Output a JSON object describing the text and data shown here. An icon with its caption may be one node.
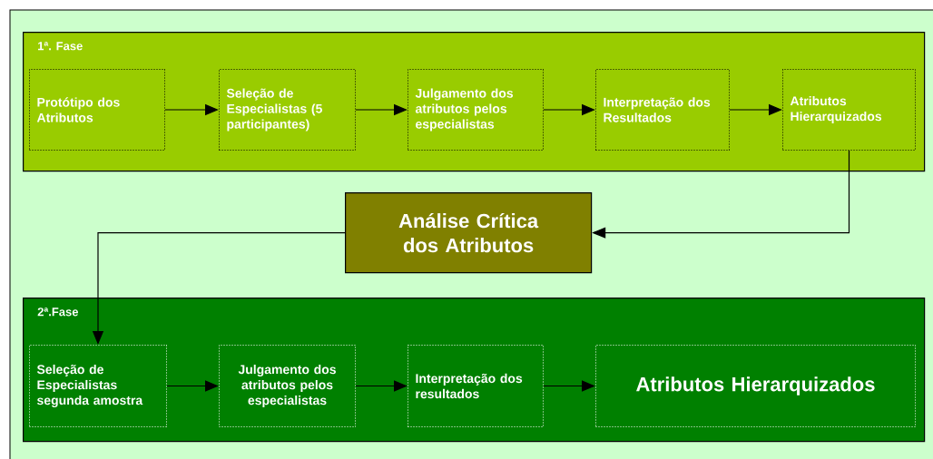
{
  "diagram": {
    "nodes": [
      {
        "text": [
          "1ª. Fase"
        ]
      },
      {
        "text": [
          "Protótipo dos Atributos"
        ],
        "in": 0
      },
      {
        "text": [
          "Seleção de Especialistas (5 participantes)"
        ],
        "in": 0
      },
      {
        "text": [
          "Julgamento dos atributos pelos especialistas"
        ],
        "in": 0
      },
      {
        "text": [
          "Interpretação dos Resultados"
        ],
        "in": 0
      },
      {
        "text": [
          "Atributos Hierarquizados"
        ],
        "in": 0
      },
      {
        "text": [
          "Análise Crítica dos Atributos"
        ]
      },
      {
        "text": [
          "2ª.Fase"
        ]
      },
      {
        "text": [
          "Seleção de Especialistas segunda amostra"
        ],
        "in": 7
      },
      {
        "text": [
          "Julgamento dos atributos pelos especialistas"
        ],
        "in": 7
      },
      {
        "text": [
          "Interpretação dos resultados"
        ],
        "in": 7
      },
      {
        "text": [
          "Atributos Hierarquizados"
        ],
        "in": 7
      }
    ],
    "edges": [
      {
        "from": 1,
        "to": 2,
        "arrow": "to"
      },
      {
        "from": 2,
        "to": 3,
        "arrow": "to"
      },
      {
        "from": 3,
        "to": 4,
        "arrow": "to"
      },
      {
        "from": 4,
        "to": 5,
        "arrow": "to"
      },
      {
        "from": 5,
        "to": 6,
        "arrow": "to"
      },
      {
        "from": 6,
        "to": 8,
        "arrow": "to"
      },
      {
        "from": 8,
        "to": 9,
        "arrow": "to"
      },
      {
        "from": 9,
        "to": 10,
        "arrow": "to"
      },
      {
        "from": 10,
        "to": 11,
        "arrow": "to"
      }
    ]
  }
}
